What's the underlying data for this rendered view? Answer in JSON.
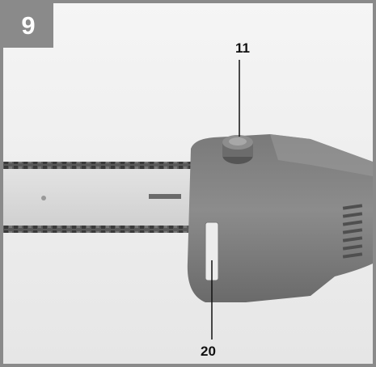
{
  "figure": {
    "number": "9",
    "callouts": [
      {
        "label": "11"
      },
      {
        "label": "20"
      }
    ]
  }
}
